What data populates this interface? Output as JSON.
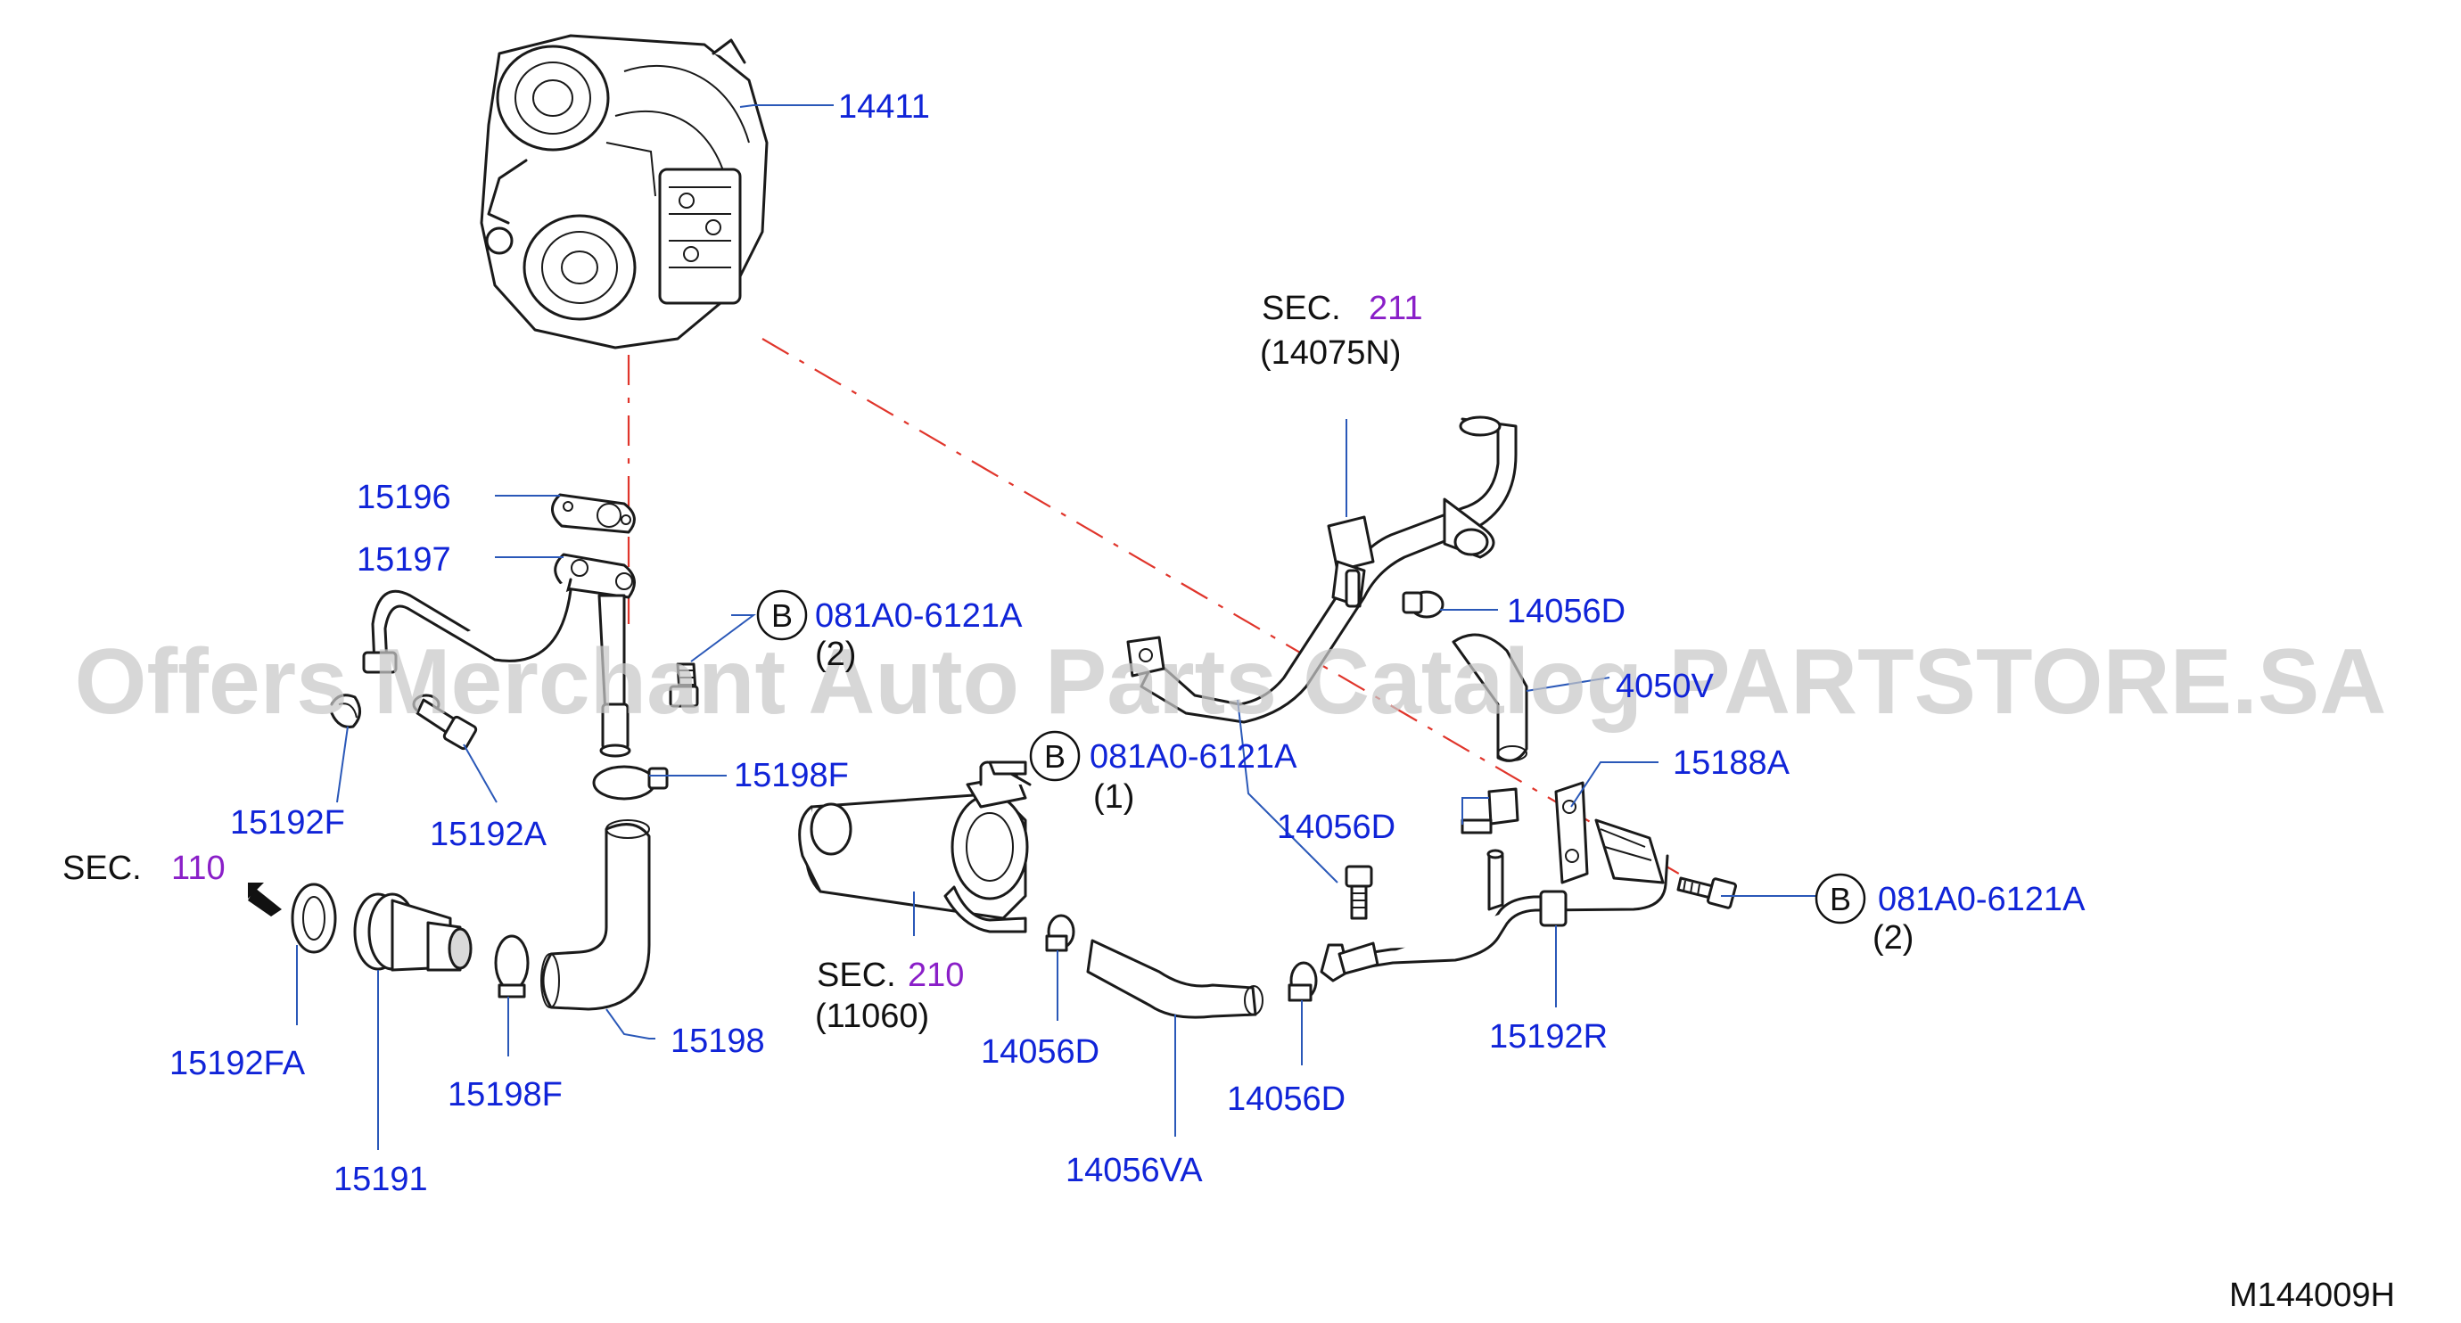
{
  "labels": {
    "p14411": "14411",
    "p15196": "15196",
    "p15197": "15197",
    "p15198f_a": "15198F",
    "p15192f": "15192F",
    "p15192a": "15192A",
    "p15192fa": "15192FA",
    "p15191": "15191",
    "p15198f_b": "15198F",
    "p15198": "15198",
    "p14056d_a": "14056D",
    "p14056d_b": "14056D",
    "p14056d_c": "14056D",
    "p14056d_d": "14056D",
    "p14056va": "14056VA",
    "p4050v": "4050V",
    "p15188a": "15188A",
    "p15192r": "15192R"
  },
  "bolts": {
    "a": {
      "symbol": "B",
      "part": "081A0-6121A",
      "qty": "(2)"
    },
    "b": {
      "symbol": "B",
      "part": "081A0-6121A",
      "qty": "(1)"
    },
    "c": {
      "symbol": "B",
      "part": "081A0-6121A",
      "qty": "(2)"
    }
  },
  "sections": {
    "s211": {
      "prefix": "SEC.",
      "num": "211",
      "code": "(14075N)"
    },
    "s210": {
      "prefix": "SEC.",
      "num": "210",
      "code": "(11060)"
    },
    "s110": {
      "prefix": "SEC.",
      "num": "110"
    }
  },
  "diagram_code": "M144009H",
  "watermark": "Offers Merchant Auto Parts Catalog PARTSTORE.SA",
  "colors": {
    "part_number": "#1024d8",
    "section_number": "#8a1fc8",
    "leader": "#2a58b8",
    "centerline": "#e0352b"
  }
}
